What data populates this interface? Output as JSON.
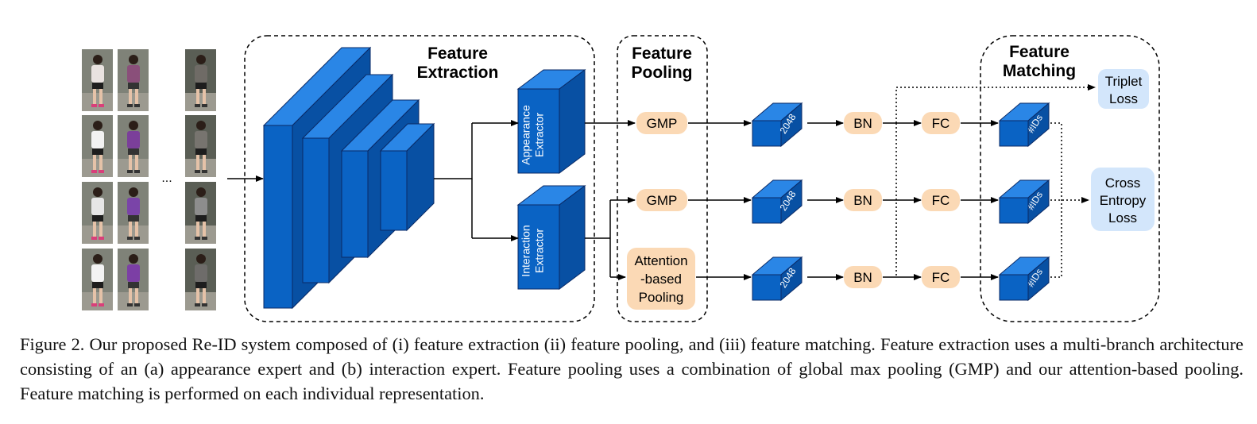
{
  "sections": {
    "extraction": "Feature\nExtraction",
    "pooling": "Feature\nPooling",
    "matching": "Feature\nMatching"
  },
  "ellipsis": "...",
  "extractors": {
    "appearance": "Appearance\nExtractor",
    "interaction": "Interaction\nExtractor"
  },
  "branches": [
    {
      "pool": "GMP",
      "dim": "2048",
      "bn": "BN",
      "fc": "FC",
      "ids": "#IDs"
    },
    {
      "pool": "GMP",
      "dim": "2048",
      "bn": "BN",
      "fc": "FC",
      "ids": "#IDs"
    },
    {
      "pool": "Attention\n-based\nPooling",
      "dim": "2048",
      "bn": "BN",
      "fc": "FC",
      "ids": "#IDs"
    }
  ],
  "losses": {
    "triplet": "Triplet\nLoss",
    "cross_entropy": "Cross\nEntropy\nLoss"
  },
  "caption": "Figure 2. Our proposed Re-ID system composed of (i) feature extraction (ii) feature pooling, and (iii) feature matching. Feature extraction uses a multi-branch architecture consisting of an (a) appearance expert and (b) interaction expert. Feature pooling uses a combination of global max pooling (GMP) and our attention-based pooling. Feature matching is performed on each individual representation.",
  "colors": {
    "block_front": "#0a63c4",
    "block_top": "#2a86e6",
    "block_side": "#0850a3",
    "block_stroke": "#0a2a66",
    "node_fill": "#fbd9b5",
    "loss_fill": "#d3e6fb"
  }
}
